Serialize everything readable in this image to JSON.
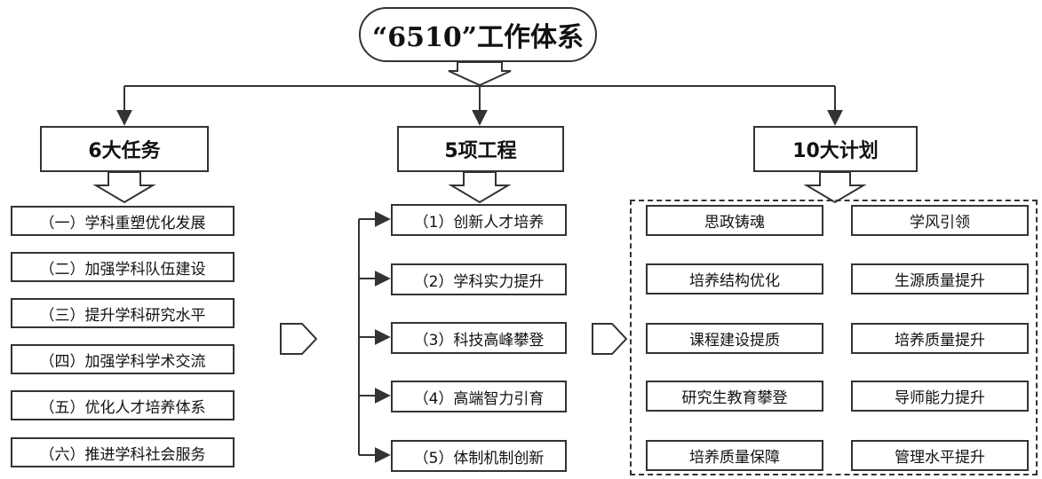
{
  "title": "“6510”工作体系",
  "columns": [
    {
      "heading": "6大任务",
      "items": [
        "（一）学科重塑优化发展",
        "（二）加强学科队伍建设",
        "（三）提升学科研究水平",
        "（四）加强学科学术交流",
        "（五）优化人才培养体系",
        "（六）推进学科社会服务"
      ]
    },
    {
      "heading": "5项工程",
      "items": [
        "（1）创新人才培养",
        "（2）学科实力提升",
        "（3）科技高峰攀登",
        "（4）高端智力引育",
        "（5）体制机制创新"
      ]
    },
    {
      "heading": "10大计划",
      "items": [
        "思政铸魂",
        "学风引领",
        "培养结构优化",
        "生源质量提升",
        "课程建设提质",
        "培养质量提升",
        "研究生教育攀登",
        "导师能力提升",
        "培养质量保障",
        "管理水平提升"
      ]
    }
  ]
}
